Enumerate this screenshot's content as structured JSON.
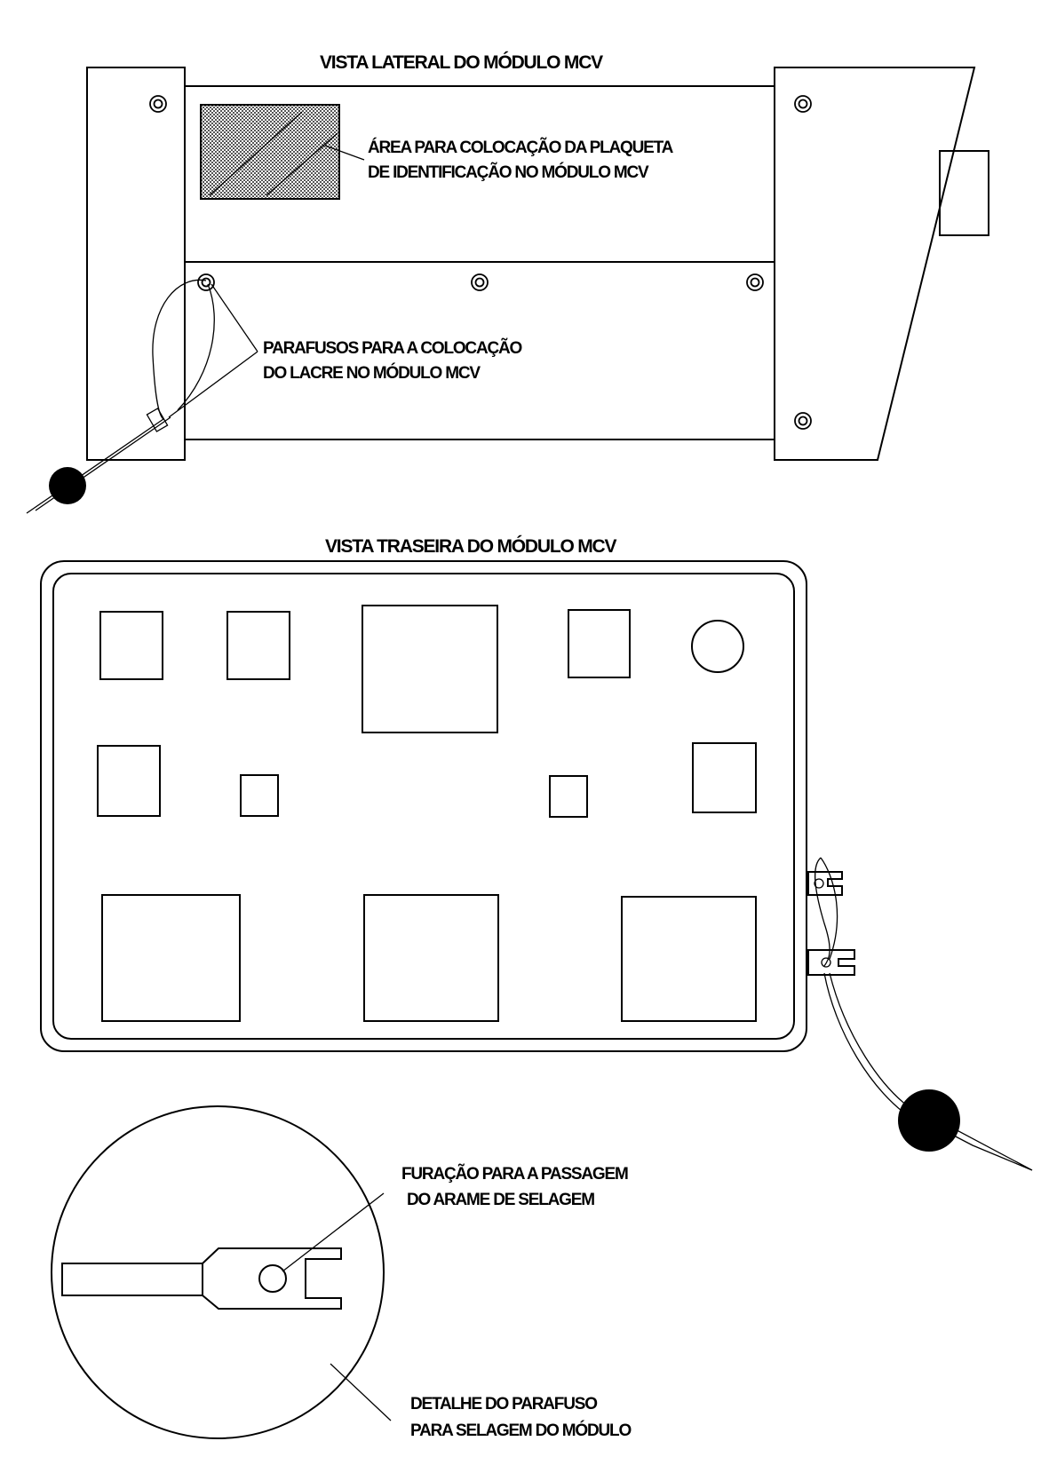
{
  "side_view": {
    "title": "VISTA LATERAL DO MÓDULO MCV",
    "plate_label_line1": "ÁREA PARA COLOCAÇÃO DA PLAQUETA",
    "plate_label_line2": "DE IDENTIFICAÇÃO NO MÓDULO MCV",
    "screws_label_line1": "PARAFUSOS PARA A COLOCAÇÃO",
    "screws_label_line2": "DO LACRE NO MÓDULO MCV"
  },
  "rear_view": {
    "title": "VISTA TRASEIRA DO MÓDULO MCV"
  },
  "detail": {
    "hole_label_line1": "FURAÇÃO PARA A PASSAGEM",
    "hole_label_line2": "DO ARAME DE SELAGEM",
    "screw_label_line1": "DETALHE DO PARAFUSO",
    "screw_label_line2": "PARA SELAGEM DO MÓDULO"
  }
}
